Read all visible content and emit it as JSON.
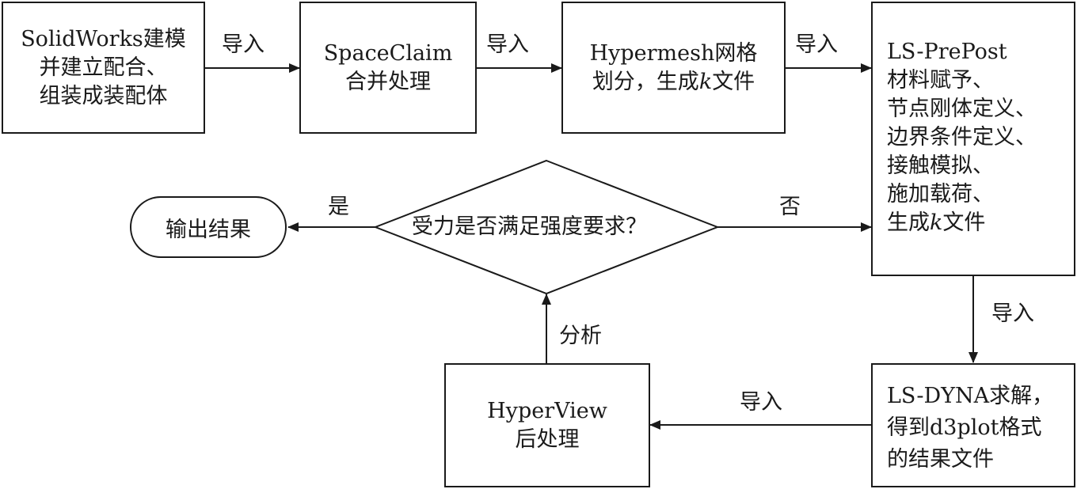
{
  "nodes": {
    "solidworks": [
      "SolidWorks建模",
      "并建立配合、",
      "组装成装配体"
    ],
    "spaceclaim": [
      "SpaceClaim",
      "合并处理"
    ],
    "hypermesh": [
      "Hypermesh网格",
      "划分，生成",
      "k",
      "文件"
    ],
    "lsprepost": [
      "LS-PrePost",
      "材料赋予、",
      "节点刚体定义、",
      "边界条件定义、",
      "接触模拟、",
      "施加载荷、",
      "生成",
      "k",
      "文件"
    ],
    "lsdyna": [
      "LS-DYNA求解，",
      "得到d3plot格式",
      "的结果文件"
    ],
    "hyperview": [
      "HyperView",
      "后处理"
    ],
    "decision": "受力是否满足强度要求？",
    "output": "输出结果"
  },
  "edges": {
    "import": "导入",
    "yes": "是",
    "no": "否",
    "analyze": "分析"
  },
  "colors": {
    "stroke": "#1a1a1a",
    "background": "#ffffff"
  }
}
